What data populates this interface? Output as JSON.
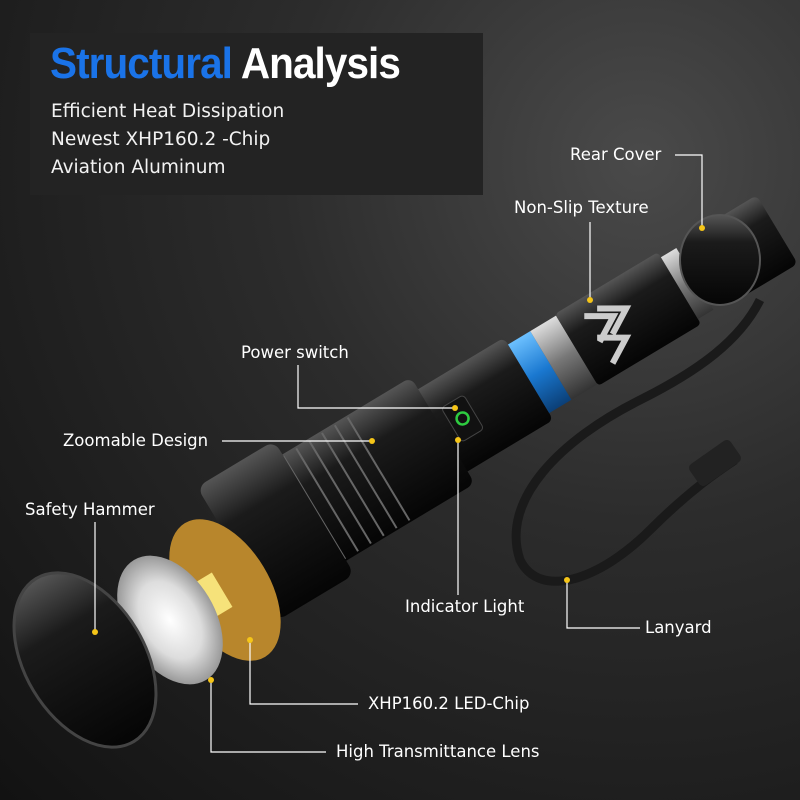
{
  "header": {
    "title_part1": "Structural",
    "title_part2": "Analysis",
    "features": [
      "Efficient Heat Dissipation",
      "Newest XHP160.2 -Chip",
      "Aviation Aluminum"
    ]
  },
  "callouts": {
    "rear_cover": "Rear Cover",
    "non_slip_texture": "Non-Slip Texture",
    "power_switch": "Power switch",
    "zoomable_design": "Zoomable Design",
    "safety_hammer": "Safety Hammer",
    "indicator_light": "Indicator Light",
    "lanyard": "Lanyard",
    "led_chip": "XHP160.2 LED-Chip",
    "lens": "High Transmittance Lens"
  },
  "colors": {
    "accent_blue": "#1a73e8",
    "callout_dot": "#f5c518",
    "indicator_green": "#2ecc40"
  }
}
